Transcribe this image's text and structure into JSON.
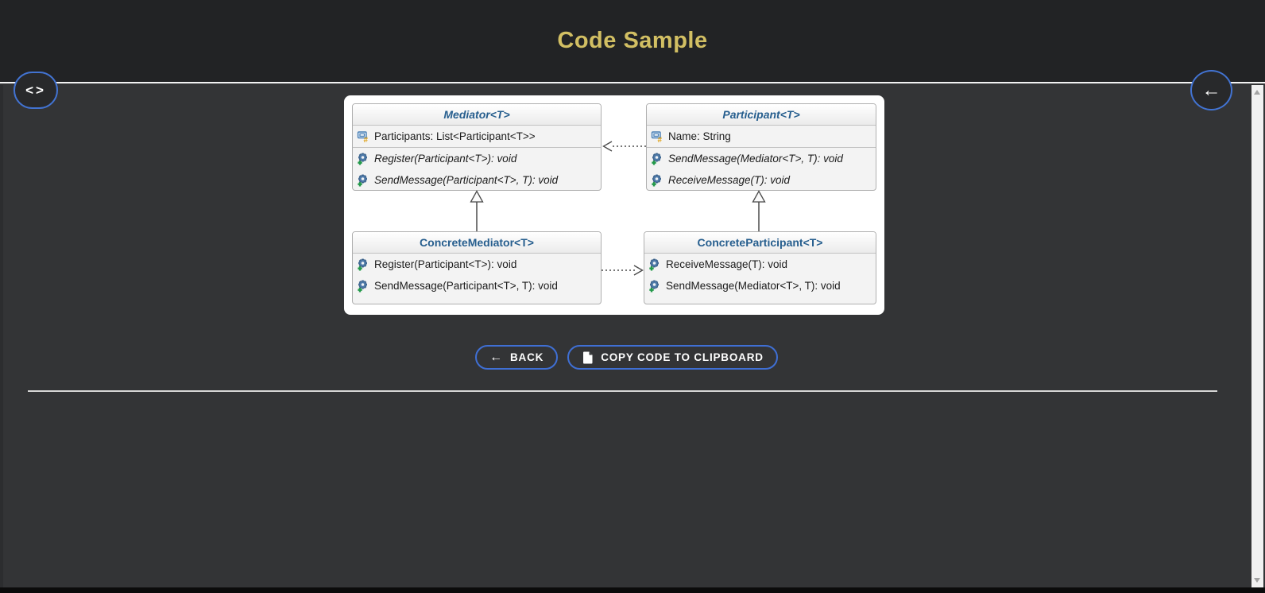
{
  "header": {
    "title": "Code Sample",
    "code_toggle_glyph": "<>",
    "back_glyph": "←"
  },
  "diagram": {
    "classes": [
      {
        "name": "Mediator<T>",
        "abstract": true,
        "properties": [
          "Participants: List<Participant<T>>"
        ],
        "methods": [
          "Register(Participant<T>): void",
          "SendMessage(Participant<T>, T): void"
        ]
      },
      {
        "name": "Participant<T>",
        "abstract": true,
        "properties": [
          "Name: String"
        ],
        "methods": [
          "SendMessage(Mediator<T>, T): void",
          "ReceiveMessage(T): void"
        ]
      },
      {
        "name": "ConcreteMediator<T>",
        "abstract": false,
        "properties": [],
        "methods": [
          "Register(Participant<T>): void",
          "SendMessage(Participant<T>, T): void"
        ]
      },
      {
        "name": "ConcreteParticipant<T>",
        "abstract": false,
        "properties": [],
        "methods": [
          "ReceiveMessage(T): void",
          "SendMessage(Mediator<T>, T): void"
        ]
      }
    ],
    "relations": [
      {
        "from": "ConcreteMediator<T>",
        "to": "Mediator<T>",
        "type": "inheritance"
      },
      {
        "from": "ConcreteParticipant<T>",
        "to": "Participant<T>",
        "type": "inheritance"
      },
      {
        "from": "Participant<T>",
        "to": "Mediator<T>",
        "type": "dashed-dependency"
      },
      {
        "from": "ConcreteMediator<T>",
        "to": "ConcreteParticipant<T>",
        "type": "dashed-dependency"
      }
    ]
  },
  "actions": {
    "back_label": "BACK",
    "back_glyph": "←",
    "copy_label": "COPY CODE TO CLIPBOARD"
  },
  "colors": {
    "accent_blue": "#3f6fd4",
    "title_gold": "#d2bf63",
    "class_title_blue": "#265e8e",
    "header_bg": "#222325",
    "content_bg": "#333436"
  }
}
